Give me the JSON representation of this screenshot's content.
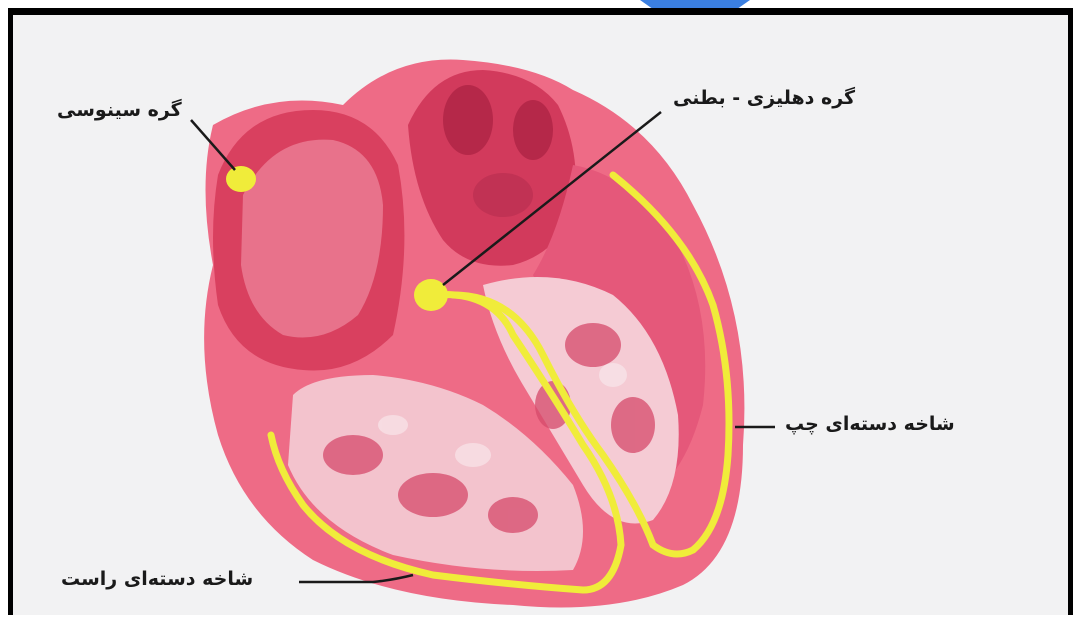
{
  "labels": {
    "sa_node": "گره سینوسی",
    "av_node": "گره دهلیزی - بطنی",
    "left_bundle": "شاخه دسته‌ای چپ",
    "right_bundle": "شاخه دسته‌ای راست"
  },
  "colors": {
    "frame": "#000000",
    "background": "#f2f2f3",
    "heart_outer": "#ee6b86",
    "heart_mid": "#e04a6c",
    "heart_inner": "#f3c3cd",
    "conduction": "#f0ec3a",
    "accent_tab": "#3b7fe0"
  }
}
